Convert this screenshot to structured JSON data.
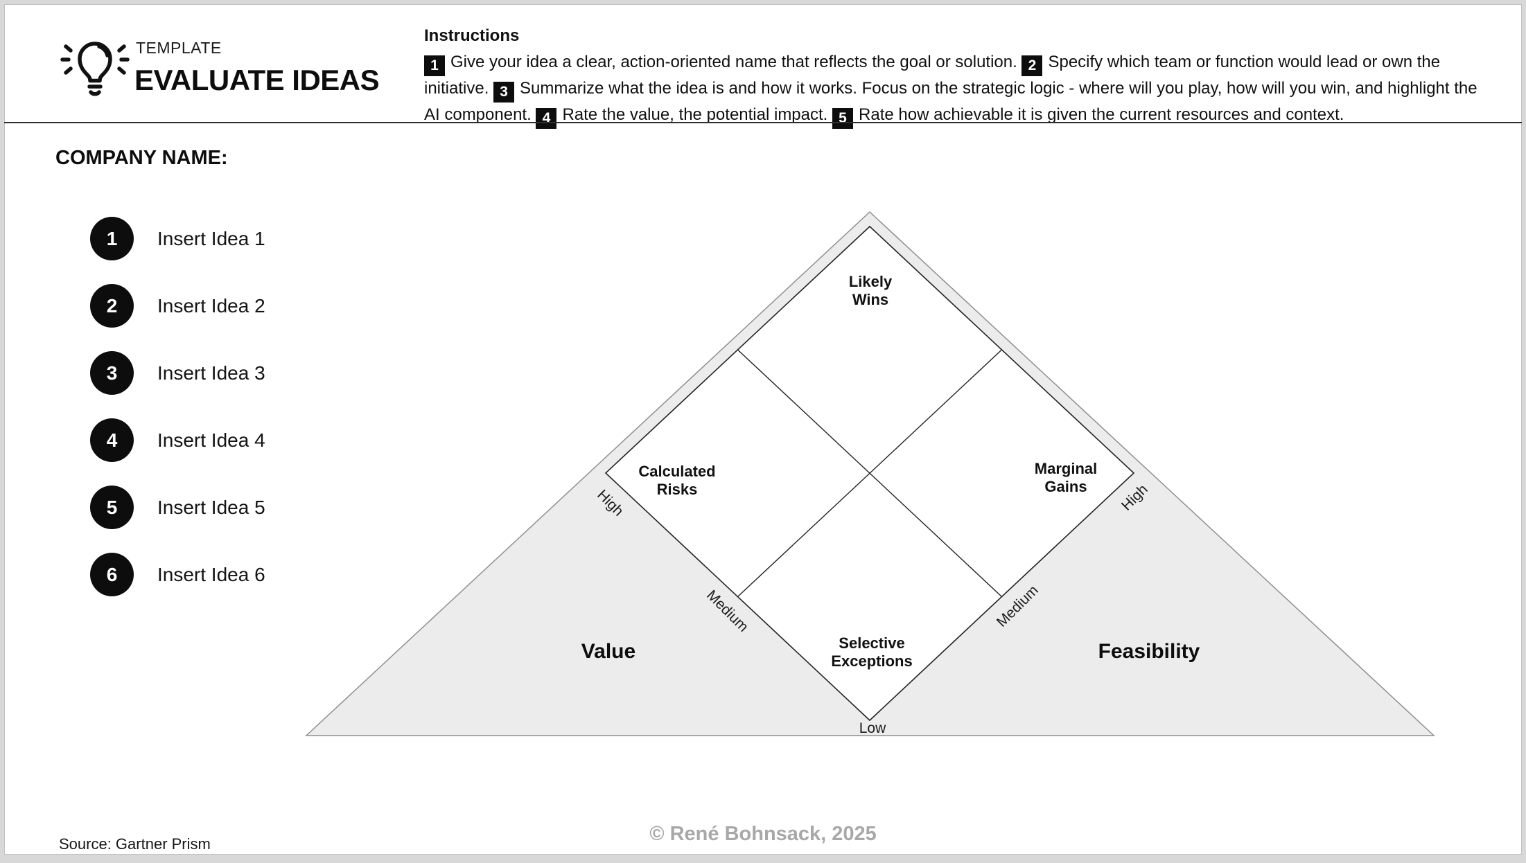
{
  "header": {
    "kicker": "TEMPLATE",
    "title": "EVALUATE IDEAS"
  },
  "instructions": {
    "heading": "Instructions",
    "steps": [
      {
        "num": "1",
        "text": "Give your idea a clear, action-oriented name that reflects the goal or solution."
      },
      {
        "num": "2",
        "text": "Specify which team or function would lead or own the initiative."
      },
      {
        "num": "3",
        "text": "Summarize what the idea is and how it works. Focus on the strategic logic - where will you play, how will you win, and highlight the AI component."
      },
      {
        "num": "4",
        "text": "Rate the value, the potential impact."
      },
      {
        "num": "5",
        "text": "Rate how achievable it is given the current resources and context."
      }
    ]
  },
  "company_label": "COMPANY NAME:",
  "ideas": [
    {
      "num": "1",
      "label": "Insert Idea 1"
    },
    {
      "num": "2",
      "label": "Insert Idea 2"
    },
    {
      "num": "3",
      "label": "Insert Idea 3"
    },
    {
      "num": "4",
      "label": "Insert Idea 4"
    },
    {
      "num": "5",
      "label": "Insert Idea 5"
    },
    {
      "num": "6",
      "label": "Insert Idea 6"
    }
  ],
  "diagram": {
    "quadrants": {
      "top": [
        "Likely",
        "Wins"
      ],
      "left": [
        "Calculated",
        "Risks"
      ],
      "right": [
        "Marginal",
        "Gains"
      ],
      "bottom": [
        "Selective",
        "Exceptions"
      ]
    },
    "axis": {
      "left_high": "High",
      "left_medium": "Medium",
      "right_high": "High",
      "right_medium": "Medium",
      "low": "Low",
      "left_title": "Value",
      "right_title": "Feasibility"
    },
    "colors": {
      "triangle_fill": "#ececec",
      "triangle_stroke": "#8f8f8f",
      "diamond_fill": "#ffffff",
      "diamond_stroke": "#222222",
      "badge_bg": "#0d0d0d",
      "copyright_text": "#a8a8a8"
    }
  },
  "footer": {
    "source": "Source: Gartner Prism",
    "copyright": "© René Bohnsack, 2025"
  }
}
